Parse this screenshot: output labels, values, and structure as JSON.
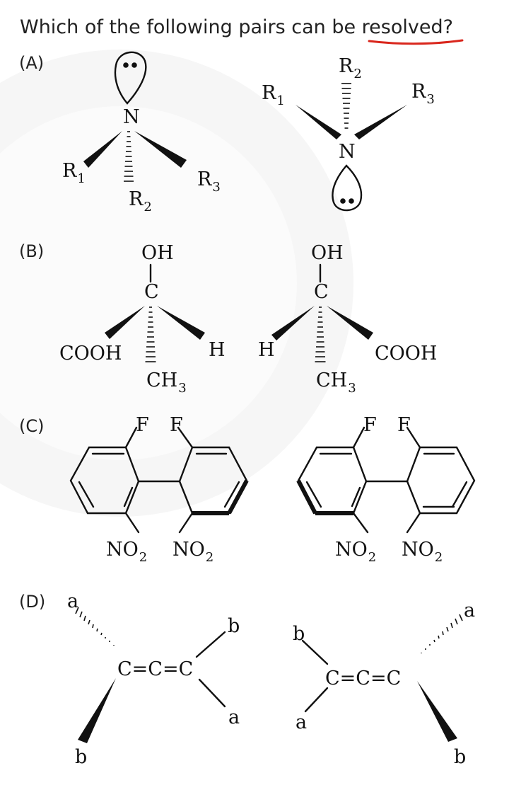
{
  "question": {
    "prefix": "Which of the following pairs can be ",
    "highlight": "resolved",
    "suffix": "?"
  },
  "options": [
    "(A)",
    "(B)",
    "(C)",
    "(D)"
  ],
  "labels": {
    "N": "N",
    "R": "R",
    "sub1": "1",
    "sub2": "2",
    "sub3": "3",
    "OH": "OH",
    "C": "C",
    "COOH": "COOH",
    "H": "H",
    "CH": "CH",
    "F": "F",
    "NO": "NO",
    "allene": "C=C=C",
    "a": "a",
    "b": "b"
  },
  "colors": {
    "text": "#222222",
    "underline": "#d9261c",
    "watermark": "#eeeeee"
  }
}
